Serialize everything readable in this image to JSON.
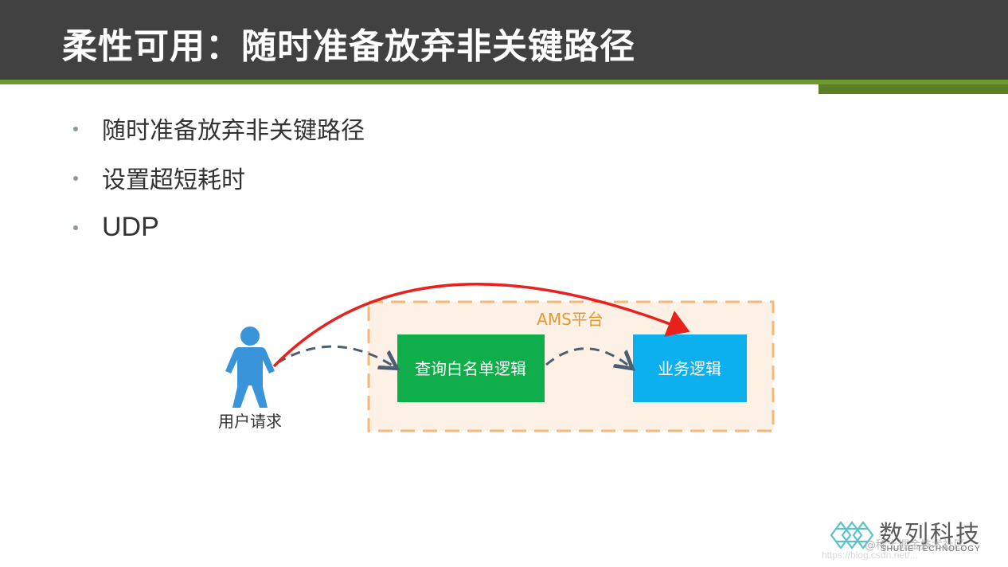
{
  "slide": {
    "title": "柔性可用：随时准备放弃非关键路径",
    "bullets": [
      "随时准备放弃非关键路径",
      "设置超短耗时",
      "UDP"
    ]
  },
  "diagram": {
    "user_label": "用户请求",
    "platform_label": "AMS平台",
    "whitelist_box": "查询白名单逻辑",
    "business_box": "业务逻辑",
    "colors": {
      "header_bg": "#414141",
      "accent_green": "#6f9a2e",
      "user_figure": "#3a94d9",
      "whitelist_box": "#0fae4b",
      "business_box": "#0cb0ee",
      "platform_border": "#f5b77a",
      "platform_fill": "#fdf1e6",
      "red_arrow": "#e8211d",
      "dashed_arrow": "#4c5f72"
    }
  },
  "footer": {
    "logo_name": "数列科技",
    "logo_sub": "SHULIE TECHNOLOGY",
    "watermark": "@稀土掘金技术社区",
    "watermark_url": "https://blog.csdn.net/..."
  }
}
